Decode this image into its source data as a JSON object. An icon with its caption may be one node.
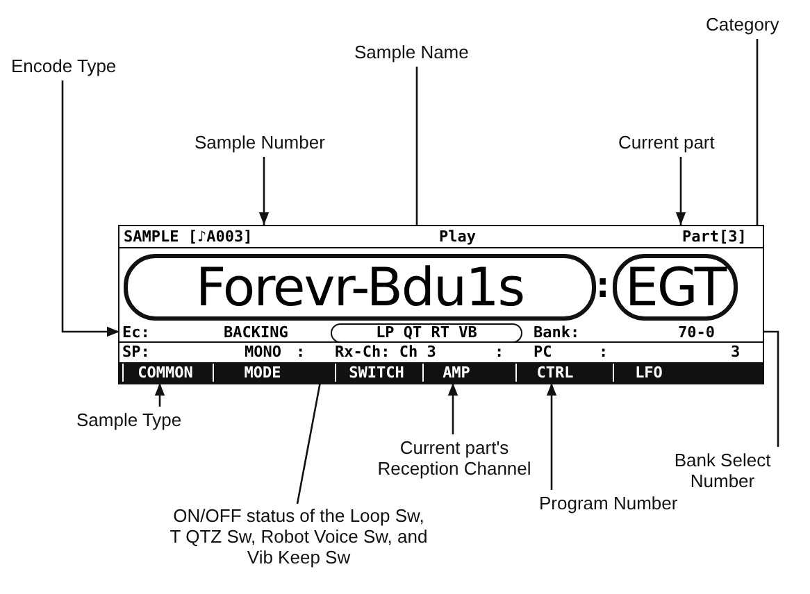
{
  "diagram": {
    "nodes": [
      {
        "text": [
          "Encode Type"
        ]
      },
      {
        "text": [
          "Sample Number"
        ]
      },
      {
        "text": [
          "Sample Name"
        ]
      },
      {
        "text": [
          "Category"
        ]
      },
      {
        "text": [
          "Current part"
        ]
      },
      {
        "text": [],
        "shape": "box"
      },
      {
        "text": [
          "SAMPLE [♪A003]"
        ],
        "in": 5
      },
      {
        "text": [
          "Part[3]"
        ],
        "in": 5
      },
      {
        "text": [
          "Forevr-Bdu1s"
        ],
        "in": 5
      },
      {
        "text": [
          "EGT"
        ],
        "in": 5
      },
      {
        "text": [
          "Ec:"
        ],
        "in": 5
      },
      {
        "text": [
          "LP QT RT VB"
        ],
        "in": 5
      },
      {
        "text": [
          "70-0"
        ],
        "in": 5
      },
      {
        "text": [
          "SP:"
        ],
        "in": 5
      },
      {
        "text": [
          "Rx-Ch: Ch 3"
        ],
        "in": 5
      },
      {
        "text": [
          "PC"
        ],
        "in": 5
      },
      {
        "text": [
          "COMMON"
        ],
        "in": 5
      },
      {
        "text": [
          "MODE"
        ],
        "in": 5
      },
      {
        "text": [
          "SWITCH"
        ],
        "in": 5
      },
      {
        "text": [
          "AMP"
        ],
        "in": 5
      },
      {
        "text": [
          "CTRL"
        ],
        "in": 5
      },
      {
        "text": [
          "LFO"
        ],
        "in": 5
      },
      {
        "text": [
          "Sample Type"
        ]
      },
      {
        "text": [
          "ON/OFF status of the Loop Sw, T QTZ Sw, Robot Voice Sw, and Vib Keep Sw"
        ]
      },
      {
        "text": [
          "Current part's Reception Channel"
        ]
      },
      {
        "text": [
          "Program Number"
        ]
      },
      {
        "text": [
          "Bank Select Number"
        ]
      }
    ],
    "edges": [
      {
        "from": 0,
        "to": 10,
        "arrow": "to"
      },
      {
        "from": 1,
        "to": 6,
        "arrow": "to"
      },
      {
        "from": 2,
        "to": 8,
        "arrow": "to"
      },
      {
        "from": 4,
        "to": 7,
        "arrow": "to"
      },
      {
        "from": 3,
        "to": 9,
        "arrow": "to"
      },
      {
        "from": 26,
        "to": 12,
        "arrow": "to"
      },
      {
        "from": 22,
        "to": 16,
        "arrow": "to"
      },
      {
        "from": 23,
        "to": 11,
        "arrow": "none"
      },
      {
        "from": 24,
        "to": 19,
        "arrow": "to"
      },
      {
        "from": 25,
        "to": 20,
        "arrow": "to"
      }
    ],
    "labels": [
      "Play",
      ":",
      "BACKING",
      "Bank:",
      "MONO",
      ":",
      ":",
      ":",
      "3"
    ]
  }
}
